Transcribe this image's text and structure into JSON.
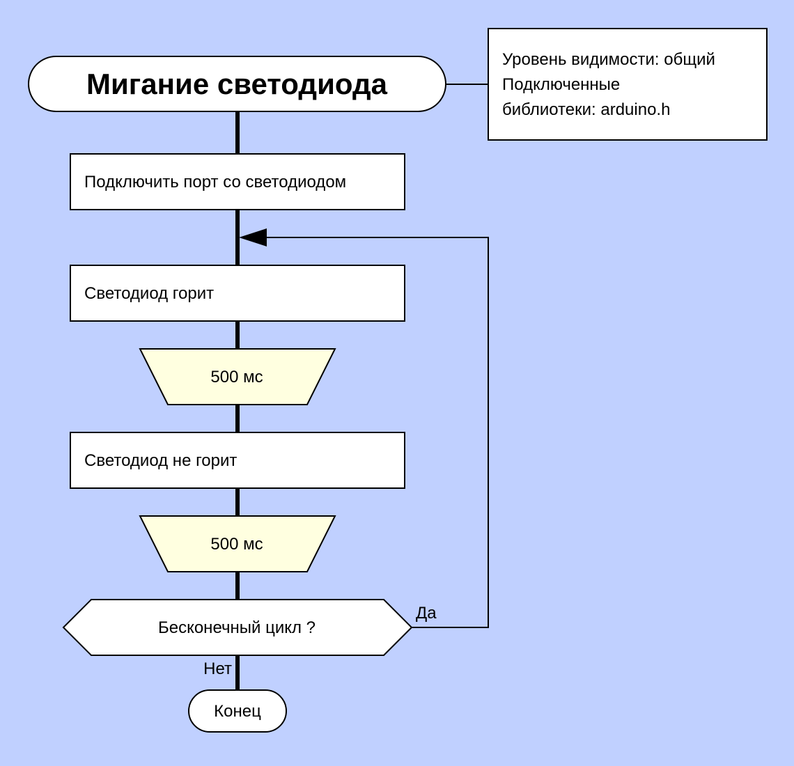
{
  "title": "Мигание светодиода",
  "comment": {
    "lines": [
      "Уровень видимости: общий",
      "Подключенные",
      "библиотеки: arduino.h"
    ]
  },
  "steps": {
    "connect_port": "Подключить порт со светодиодом",
    "led_on": "Светодиод горит",
    "delay1": "500 мс",
    "led_off": "Светодиод не горит",
    "delay2": "500 мс",
    "condition": "Бесконечный цикл ?",
    "yes_label": "Да",
    "no_label": "Нет",
    "end": "Конец"
  },
  "colors": {
    "background": "#c0d0ff",
    "delay_fill": "#ffffe0",
    "box_fill": "#ffffff"
  }
}
